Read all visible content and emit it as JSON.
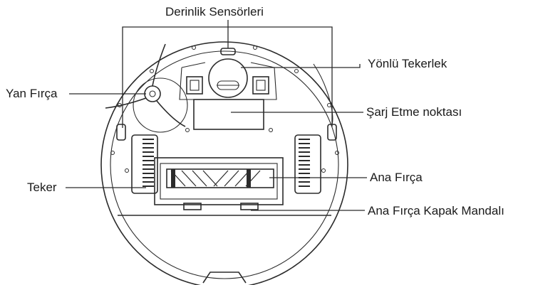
{
  "labels": {
    "depth_sensors": "Derinlik Sensörleri",
    "caster_wheel": "Yönlü Tekerlek",
    "side_brush": "Yan Fırça",
    "charging_contacts": "Şarj Etme noktası",
    "wheel": "Teker",
    "main_brush": "Ana Fırça",
    "main_brush_cover_latch": "Ana Fırça Kapak Mandalı"
  }
}
